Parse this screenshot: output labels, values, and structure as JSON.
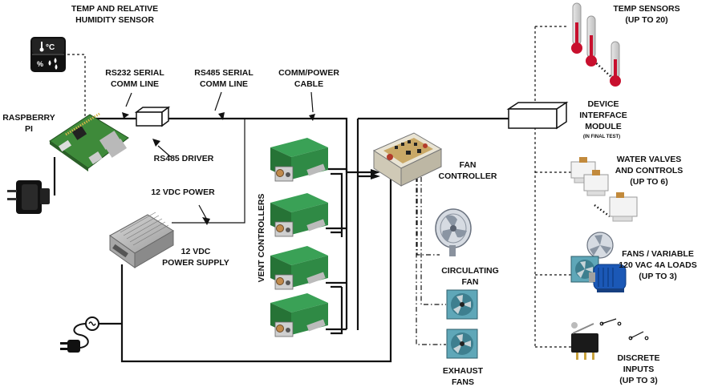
{
  "labels": {
    "temp_humidity_sensor": [
      "TEMP AND RELATIVE",
      "HUMIDITY SENSOR"
    ],
    "rs232": [
      "RS232 SERIAL",
      "COMM LINE"
    ],
    "rs485": [
      "RS485 SERIAL",
      "COMM LINE"
    ],
    "comm_power": [
      "COMM/POWER",
      "CABLE"
    ],
    "raspberry_pi": [
      "RASPBERRY",
      "PI"
    ],
    "rs485_driver": "RS485 DRIVER",
    "power_12vdc": "12 VDC POWER",
    "power_supply": [
      "12 VDC",
      "POWER SUPPLY"
    ],
    "vent_controllers": "VENT CONTROLLERS",
    "fan_controller": [
      "FAN",
      "CONTROLLER"
    ],
    "circulating_fan": [
      "CIRCULATING",
      "FAN"
    ],
    "exhaust_fans": [
      "EXHAUST",
      "FANS"
    ],
    "temp_sensors": [
      "TEMP SENSORS",
      "(UP TO 20)"
    ],
    "device_interface": [
      "DEVICE",
      "INTERFACE",
      "MODULE"
    ],
    "final_test": "(IN FINAL TEST)",
    "water_valves": [
      "WATER VALVES",
      "AND CONTROLS",
      "(UP TO 6)"
    ],
    "fans_loads": [
      "FANS / VARIABLE",
      "120 VAC 4A LOADS",
      "(UP TO 3)"
    ],
    "discrete_inputs": [
      "DISCRETE",
      "INPUTS",
      "(UP TO 3)"
    ]
  },
  "sensor_badge": {
    "unit": "°C",
    "percent": "%"
  },
  "colors": {
    "vent_green": "#2f8a45",
    "pi_green": "#3e8a3a",
    "thermo_red": "#c8102e",
    "fan_blue": "#5fa7b8",
    "motor_blue": "#1b58b6"
  }
}
